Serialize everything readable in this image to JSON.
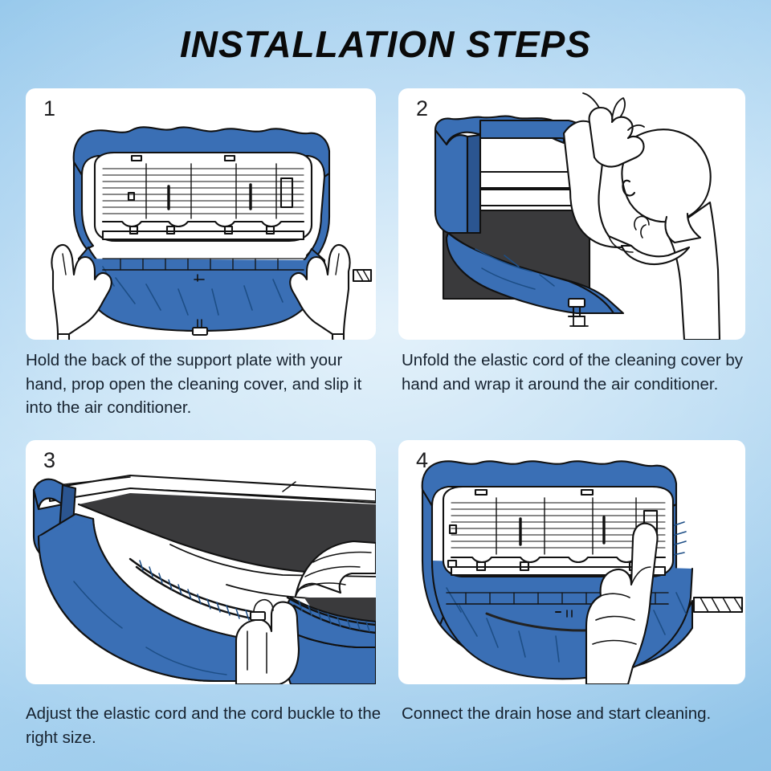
{
  "page": {
    "title": "INSTALLATION STEPS",
    "background_top_color": "#8ec4ea",
    "background_center_color": "#cfe6f7",
    "card_background": "#ffffff",
    "caption_text_color": "#16222f",
    "illustration_cover_blue": "#3a6fb5",
    "illustration_cover_blue_dark": "#2b5590",
    "illustration_shadow_gray": "#3a3a3c",
    "illustration_line_color": "#111111"
  },
  "steps": [
    {
      "number": "1",
      "caption": "Hold the back of the support plate with your hand, prop open the cleaning cover, and slip it into the air conditioner.",
      "illustration_name": "hands-holding-ac-with-cover"
    },
    {
      "number": "2",
      "caption": "Unfold the elastic cord of the cleaning cover by hand and wrap it around the air conditioner.",
      "illustration_name": "person-wrapping-elastic-cord"
    },
    {
      "number": "3",
      "caption": "Adjust the elastic cord and the cord buckle to the right size.",
      "illustration_name": "hands-adjusting-cord-buckle"
    },
    {
      "number": "4",
      "caption": "Connect the drain hose and start cleaning.",
      "illustration_name": "hand-spraying-ac-with-drain-hose"
    }
  ]
}
